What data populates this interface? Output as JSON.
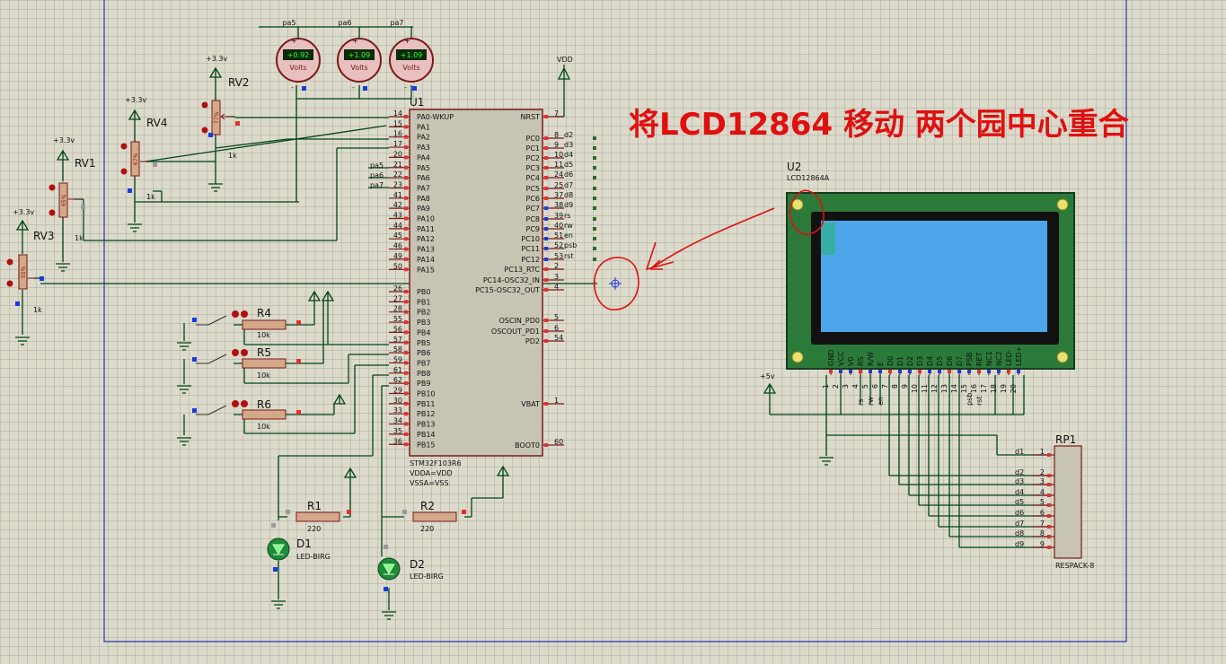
{
  "annotation": "将LCD12864 移动  两个园中心重合",
  "supply": {
    "v33": "+3.3v",
    "vdd": "VDD",
    "v5": "+5v"
  },
  "voltmeters": [
    {
      "net": "pa5",
      "value": "+0.92",
      "unit": "Volts"
    },
    {
      "net": "pa6",
      "value": "+1.09",
      "unit": "Volts"
    },
    {
      "net": "pa7",
      "value": "+1.09",
      "unit": "Volts"
    }
  ],
  "pots": [
    {
      "ref": "RV2",
      "val": "1k",
      "pct": "77%"
    },
    {
      "ref": "RV4",
      "val": "1k",
      "pct": "67%"
    },
    {
      "ref": "RV1",
      "val": "1k",
      "pct": "65%"
    },
    {
      "ref": "RV3",
      "val": "1k",
      "pct": "55%"
    }
  ],
  "mcu": {
    "ref": "U1",
    "part": "STM32F103R6",
    "note1": "VDDA=VDD",
    "note2": "VSSA=VSS",
    "left_pins": [
      {
        "num": "14",
        "name": "PA0-WKUP"
      },
      {
        "num": "15",
        "name": "PA1"
      },
      {
        "num": "16",
        "name": "PA2"
      },
      {
        "num": "17",
        "name": "PA3"
      },
      {
        "num": "20",
        "name": "PA4"
      },
      {
        "num": "21",
        "name": "PA5"
      },
      {
        "num": "22",
        "name": "PA6"
      },
      {
        "num": "23",
        "name": "PA7"
      },
      {
        "num": "41",
        "name": "PA8"
      },
      {
        "num": "42",
        "name": "PA9"
      },
      {
        "num": "43",
        "name": "PA10"
      },
      {
        "num": "44",
        "name": "PA11"
      },
      {
        "num": "45",
        "name": "PA12"
      },
      {
        "num": "46",
        "name": "PA13"
      },
      {
        "num": "49",
        "name": "PA14"
      },
      {
        "num": "50",
        "name": "PA15"
      },
      {
        "num": "26",
        "name": "PB0"
      },
      {
        "num": "27",
        "name": "PB1"
      },
      {
        "num": "28",
        "name": "PB2"
      },
      {
        "num": "55",
        "name": "PB3"
      },
      {
        "num": "56",
        "name": "PB4"
      },
      {
        "num": "57",
        "name": "PB5"
      },
      {
        "num": "58",
        "name": "PB6"
      },
      {
        "num": "59",
        "name": "PB7"
      },
      {
        "num": "61",
        "name": "PB8"
      },
      {
        "num": "62",
        "name": "PB9"
      },
      {
        "num": "29",
        "name": "PB10"
      },
      {
        "num": "30",
        "name": "PB11"
      },
      {
        "num": "33",
        "name": "PB12"
      },
      {
        "num": "34",
        "name": "PB13"
      },
      {
        "num": "35",
        "name": "PB14"
      },
      {
        "num": "36",
        "name": "PB15"
      }
    ],
    "right_pins": [
      {
        "num": "7",
        "name": "NRST",
        "net": ""
      },
      {
        "num": "8",
        "name": "PC0",
        "net": "d2"
      },
      {
        "num": "9",
        "name": "PC1",
        "net": "d3"
      },
      {
        "num": "10",
        "name": "PC2",
        "net": "d4"
      },
      {
        "num": "11",
        "name": "PC3",
        "net": "d5"
      },
      {
        "num": "24",
        "name": "PC4",
        "net": "d6"
      },
      {
        "num": "25",
        "name": "PC5",
        "net": "d7"
      },
      {
        "num": "37",
        "name": "PC6",
        "net": "d8"
      },
      {
        "num": "38",
        "name": "PC7",
        "net": "d9"
      },
      {
        "num": "39",
        "name": "PC8",
        "net": "rs"
      },
      {
        "num": "40",
        "name": "PC9",
        "net": "rw"
      },
      {
        "num": "51",
        "name": "PC10",
        "net": "en"
      },
      {
        "num": "52",
        "name": "PC11",
        "net": "psb"
      },
      {
        "num": "53",
        "name": "PC12",
        "net": "rst"
      },
      {
        "num": "2",
        "name": "PC13_RTC",
        "net": ""
      },
      {
        "num": "3",
        "name": "PC14-OSC32_IN",
        "net": ""
      },
      {
        "num": "4",
        "name": "PC15-OSC32_OUT",
        "net": ""
      },
      {
        "num": "5",
        "name": "OSCIN_PD0",
        "net": ""
      },
      {
        "num": "6",
        "name": "OSCOUT_PD1",
        "net": ""
      },
      {
        "num": "54",
        "name": "PD2",
        "net": ""
      },
      {
        "num": "1",
        "name": "VBAT",
        "net": ""
      },
      {
        "num": "60",
        "name": "BOOT0",
        "net": ""
      }
    ],
    "pa_nets": [
      "pa5",
      "pa6",
      "pa7"
    ]
  },
  "resistors": [
    {
      "ref": "R4",
      "val": "10k"
    },
    {
      "ref": "R5",
      "val": "10k"
    },
    {
      "ref": "R6",
      "val": "10k"
    },
    {
      "ref": "R1",
      "val": "220"
    },
    {
      "ref": "R2",
      "val": "220"
    }
  ],
  "leds": [
    {
      "ref": "D1",
      "part": "LED-BIRG"
    },
    {
      "ref": "D2",
      "part": "LED-BIRG"
    }
  ],
  "lcd": {
    "ref": "U2",
    "part": "LCD12864A",
    "pins": [
      {
        "num": "1",
        "name": "GND",
        "net": ""
      },
      {
        "num": "2",
        "name": "VCC",
        "net": ""
      },
      {
        "num": "3",
        "name": "V0",
        "net": ""
      },
      {
        "num": "4",
        "name": "RS",
        "net": "rs"
      },
      {
        "num": "5",
        "name": "R/W",
        "net": "rw"
      },
      {
        "num": "6",
        "name": "E",
        "net": "en"
      },
      {
        "num": "7",
        "name": "D0",
        "net": ""
      },
      {
        "num": "8",
        "name": "D1",
        "net": ""
      },
      {
        "num": "9",
        "name": "D2",
        "net": ""
      },
      {
        "num": "10",
        "name": "D3",
        "net": ""
      },
      {
        "num": "11",
        "name": "D4",
        "net": ""
      },
      {
        "num": "12",
        "name": "D5",
        "net": ""
      },
      {
        "num": "13",
        "name": "D6",
        "net": ""
      },
      {
        "num": "14",
        "name": "D7",
        "net": ""
      },
      {
        "num": "15",
        "name": "PSB",
        "net": "psb"
      },
      {
        "num": "16",
        "name": "RET",
        "net": "rst"
      },
      {
        "num": "17",
        "name": "NC1",
        "net": ""
      },
      {
        "num": "18",
        "name": "NC2",
        "net": ""
      },
      {
        "num": "19",
        "name": "LED-",
        "net": ""
      },
      {
        "num": "20",
        "name": "LED+",
        "net": ""
      }
    ]
  },
  "respack": {
    "ref": "RP1",
    "part": "RESPACK-8",
    "pins": [
      {
        "num": "1",
        "net": "d1"
      },
      {
        "num": "2",
        "net": "d2"
      },
      {
        "num": "3",
        "net": "d3"
      },
      {
        "num": "4",
        "net": "d4"
      },
      {
        "num": "5",
        "net": "d5"
      },
      {
        "num": "6",
        "net": "d6"
      },
      {
        "num": "7",
        "net": "d7"
      },
      {
        "num": "8",
        "net": "d8"
      },
      {
        "num": "9",
        "net": "d9"
      }
    ]
  },
  "colors": {
    "wire": "#00451a",
    "red": "#d81e1e",
    "body": "#c8c4b4",
    "lcdpcb": "#2b7a3a",
    "screen": "#4ea6ea",
    "annotation": "#e01010"
  }
}
